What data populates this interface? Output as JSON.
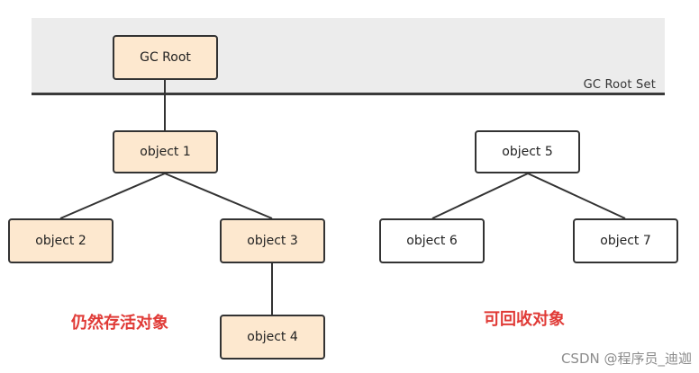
{
  "root_set_label": "GC Root Set",
  "nodes": {
    "gc_root": "GC Root",
    "object1": "object 1",
    "object2": "object 2",
    "object3": "object 3",
    "object4": "object 4",
    "object5": "object 5",
    "object6": "object 6",
    "object7": "object 7"
  },
  "edges": [
    [
      "gc_root",
      "object1"
    ],
    [
      "object1",
      "object2"
    ],
    [
      "object1",
      "object3"
    ],
    [
      "object3",
      "object4"
    ],
    [
      "object5",
      "object6"
    ],
    [
      "object5",
      "object7"
    ]
  ],
  "captions": {
    "alive": "仍然存活对象",
    "collectible": "可回收对象"
  },
  "watermark": "CSDN @程序员_迪迦",
  "colors": {
    "alive_fill": "#fde8cf",
    "dead_fill": "#ffffff",
    "caption": "#e03a36",
    "band": "#ececec"
  }
}
